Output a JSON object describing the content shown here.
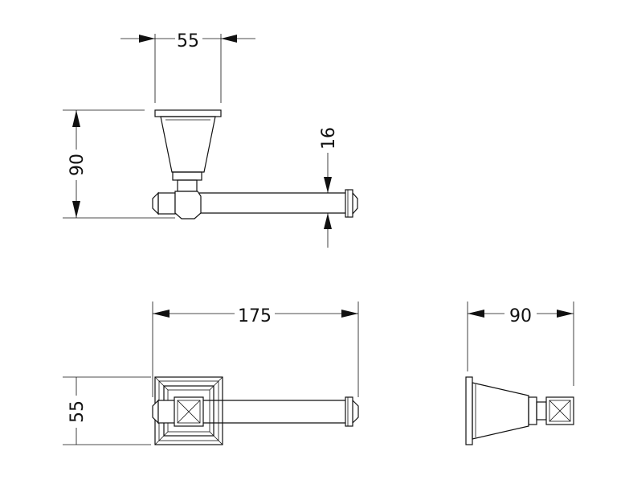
{
  "dimensions": {
    "top_width": "55",
    "side_height": "90",
    "rod_diameter": "16",
    "front_length": "175",
    "front_height": "55",
    "right_depth": "90"
  }
}
